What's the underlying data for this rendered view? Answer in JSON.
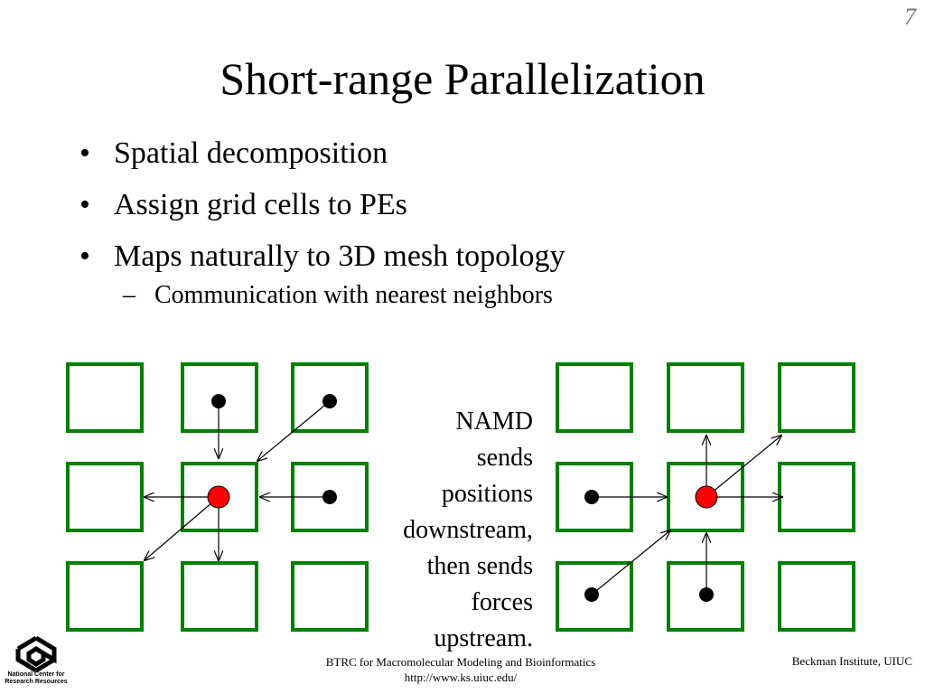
{
  "slide": {
    "number": "7",
    "title": "Short-range Parallelization",
    "bullets": [
      "Spatial decomposition",
      "Assign grid cells to PEs",
      "Maps naturally to 3D mesh topology"
    ],
    "sub_bullets": [
      "Communication with nearest neighbors"
    ],
    "caption": [
      "NAMD",
      "sends",
      "positions",
      "downstream,",
      "then sends",
      "forces",
      "upstream."
    ]
  },
  "footer": {
    "center_line1": "BTRC for Macromolecular Modeling and Bioinformatics",
    "center_line2": "http://www.ks.uiuc.edu/",
    "right": "Beckman Institute, UIUC"
  },
  "logo": {
    "icon": "ncsa-logo-icon",
    "caption_line1": "National Center for",
    "caption_line2": "Research Resources"
  },
  "colors": {
    "cell_border": "#008000",
    "cell_fill": "#ffffff",
    "center_atom": "#ff0000",
    "atom": "#000000",
    "arrow": "#000000"
  }
}
